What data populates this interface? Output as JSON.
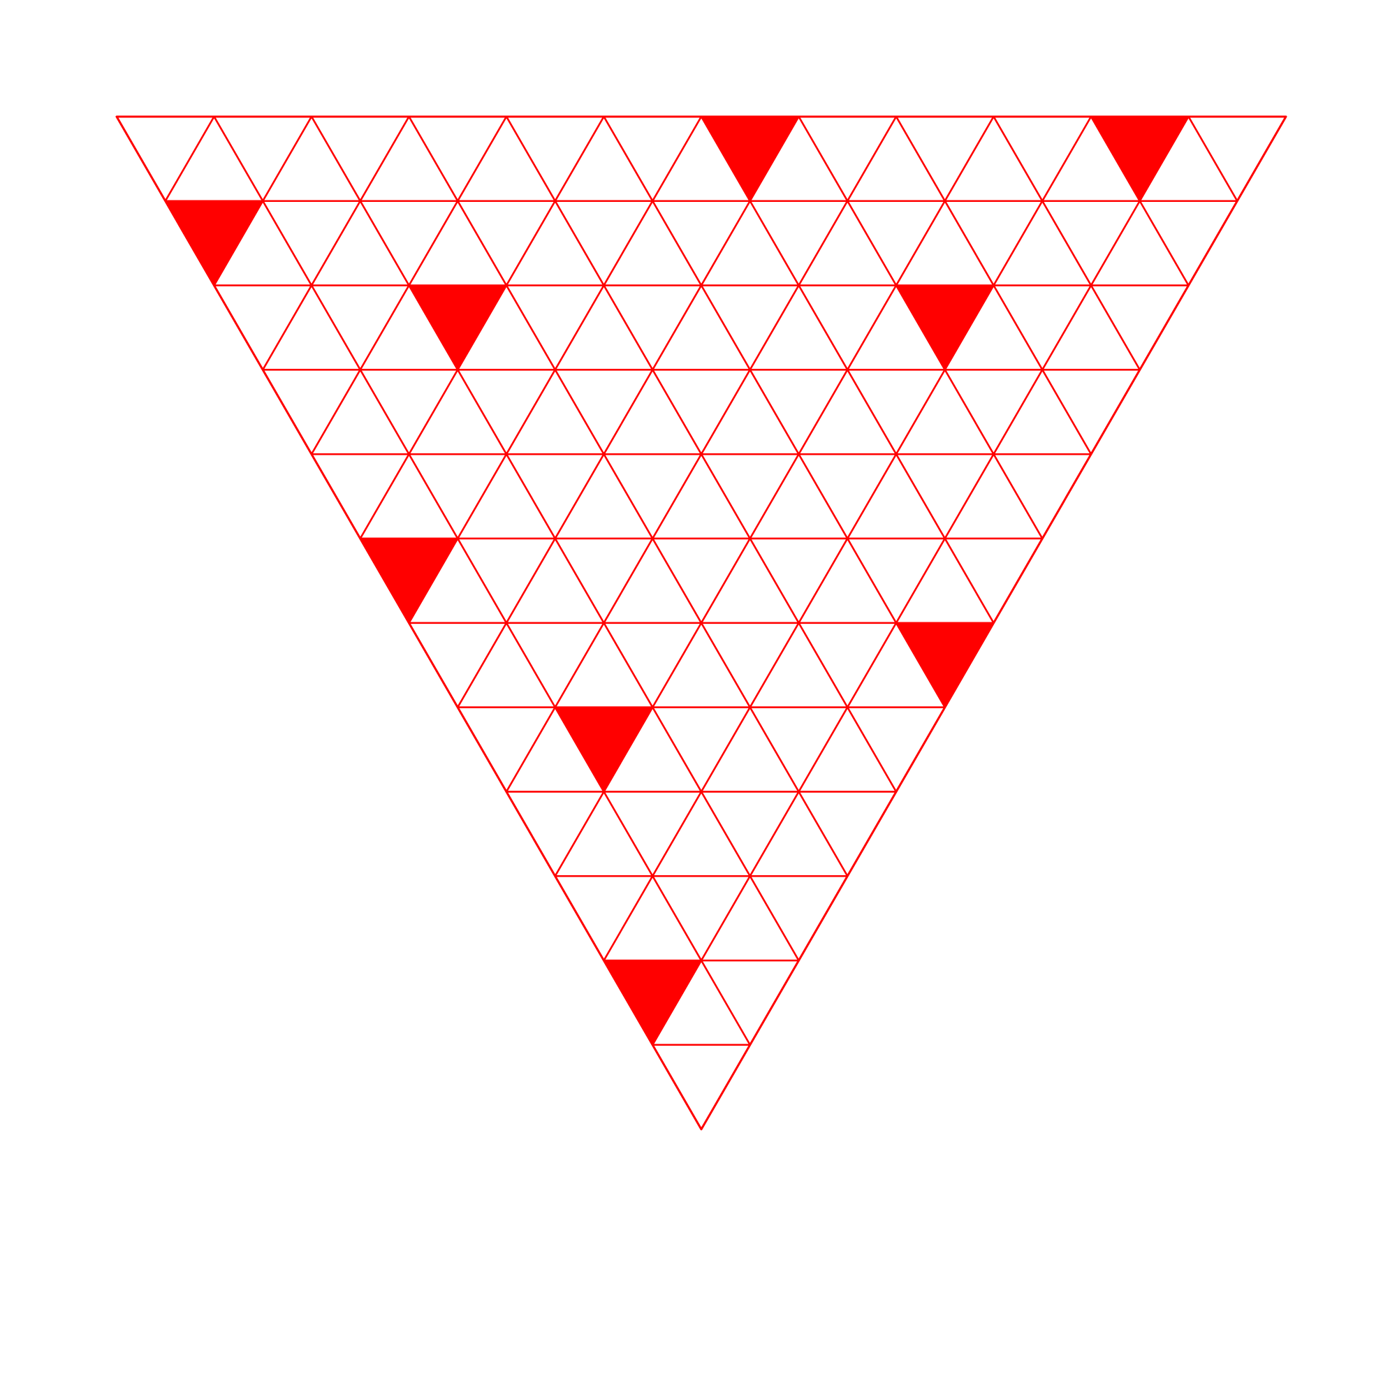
{
  "puzzle": {
    "shape": "inverted-triangle",
    "rows": 12,
    "line_color": "#ff0000",
    "fill_color": "#ff0000",
    "background_color": "#ffffff",
    "filled_cells": [
      {
        "row": 0,
        "down_index": 6
      },
      {
        "row": 0,
        "down_index": 10
      },
      {
        "row": 1,
        "down_index": 0
      },
      {
        "row": 2,
        "down_index": 2
      },
      {
        "row": 2,
        "down_index": 7
      },
      {
        "row": 5,
        "down_index": 0
      },
      {
        "row": 6,
        "down_index": 5
      },
      {
        "row": 7,
        "down_index": 1
      },
      {
        "row": 10,
        "down_index": 0
      }
    ]
  }
}
